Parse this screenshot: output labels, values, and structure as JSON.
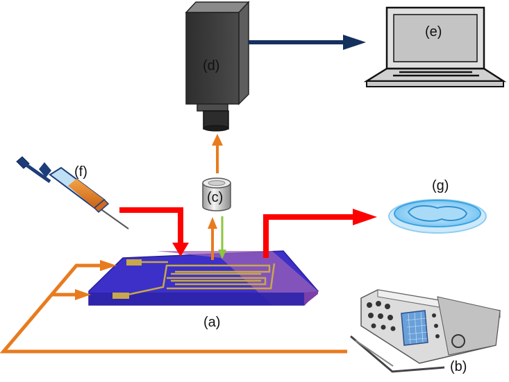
{
  "labels": {
    "chip": "(a)",
    "oscilloscope": "(b)",
    "lens": "(c)",
    "camera": "(d)",
    "computer": "(e)",
    "syringe": "(f)",
    "dish": "(g)"
  },
  "colors": {
    "flow_red": "#ff0000",
    "signal_orange": "#e87b1e",
    "light_green": "#8cc63f",
    "data_navy": "#14305e",
    "chip_blue": "#3c30c8",
    "chip_edge_purple": "#a05ab0",
    "electrode_gold": "#c8a84a",
    "camera_grey": "#3f3f3f",
    "dish_blue": "#5ab4e8"
  },
  "icons": [
    "syringe-icon",
    "camera-icon",
    "laptop-icon",
    "lens-icon",
    "petri-dish-icon",
    "oscilloscope-icon",
    "microfluidic-chip-icon"
  ]
}
